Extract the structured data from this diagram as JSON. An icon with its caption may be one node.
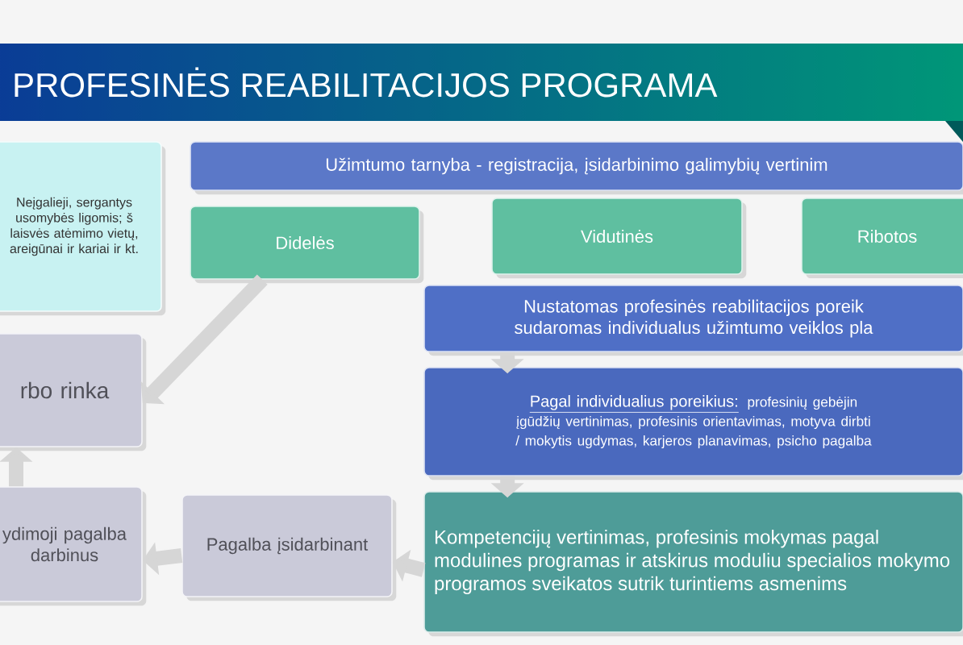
{
  "diagram": {
    "title": "PROFESINĖS REABILITACIJOS PROGRAMA",
    "nodes": [
      {
        "text": [
          "Neįgalieji, sergantys usomybės ligomis; š laisvės atėmimo vietų, areigūnai ir kariai ir kt."
        ]
      },
      {
        "text": [
          "Užimtumo tarnyba - registracija, įsidarbinimo galimybių vertinim"
        ]
      },
      {
        "text": [
          "Didelės"
        ]
      },
      {
        "text": [
          "Vidutinės"
        ]
      },
      {
        "text": [
          "Ribotos"
        ]
      },
      {
        "text": [
          "Nustatomas profesinės reabilitacijos poreik sudaromas individualus užimtumo veiklos pla"
        ]
      },
      {
        "text": [
          "Pagal individualius poreikius:",
          "profesinių gebėjin įgūdžių vertinimas, profesinis orientavimas, motyva dirbti / mokytis ugdymas, karjeros planavimas, psicho pagalba"
        ]
      },
      {
        "text": [
          "Kompetencijų vertinimas, profesinis mokymas pagal modulines programas ir atskirus moduliu specialios mokymo programos sveikatos sutrik turintiems asmenims"
        ]
      },
      {
        "text": [
          "Pagalba įsidarbinant"
        ]
      },
      {
        "text": [
          "ydimoji pagalba darbinus"
        ]
      },
      {
        "text": [
          "rbo rinka"
        ]
      }
    ],
    "edges": [
      {
        "from": 2,
        "to": 10,
        "arrow": "to"
      },
      {
        "from": 5,
        "to": 6,
        "arrow": "to"
      },
      {
        "from": 6,
        "to": 7,
        "arrow": "to"
      },
      {
        "from": 7,
        "to": 8,
        "arrow": "to"
      },
      {
        "from": 8,
        "to": 9,
        "arrow": "to"
      },
      {
        "from": 9,
        "to": 10,
        "arrow": "to"
      }
    ]
  }
}
